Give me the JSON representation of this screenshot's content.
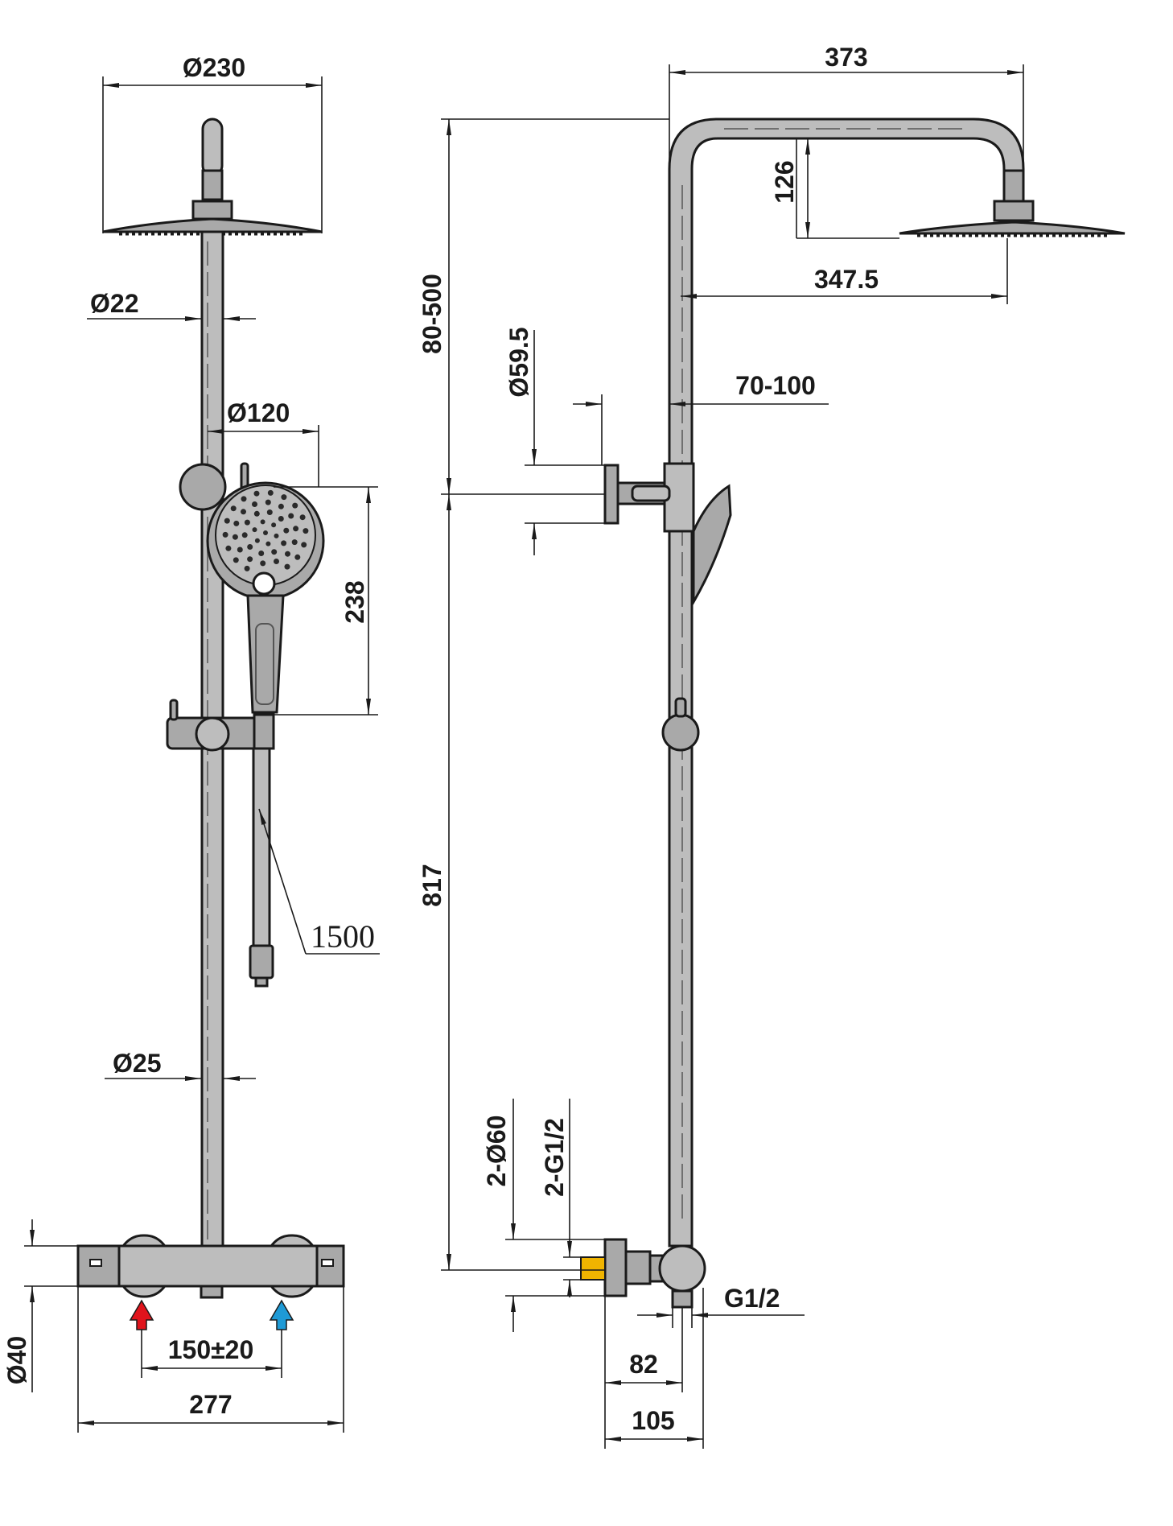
{
  "front_view": {
    "dims": {
      "head_diameter": "Ø230",
      "arm_diameter": "Ø22",
      "hand_shower_diameter": "Ø120",
      "hand_shower_length": "238",
      "hose_length": "1500",
      "column_diameter": "Ø25",
      "valve_diameter": "Ø40",
      "inlet_spacing": "150±20",
      "valve_width": "277"
    },
    "inlet_colors": {
      "hot": "#e0141c",
      "cold": "#1e9ad6"
    }
  },
  "side_view": {
    "dims": {
      "arm_projection": "373",
      "head_drop": "126",
      "head_reach": "347.5",
      "height_range": "80-500",
      "bracket_diameter": "Ø59.5",
      "bracket_offset": "70-100",
      "column_height": "817",
      "escutcheon": "2-Ø60",
      "inlet_thread": "2-G1/2",
      "outlet_thread": "G1/2",
      "depth_82": "82",
      "depth_105": "105"
    },
    "fitting_color": "#f0b400"
  }
}
